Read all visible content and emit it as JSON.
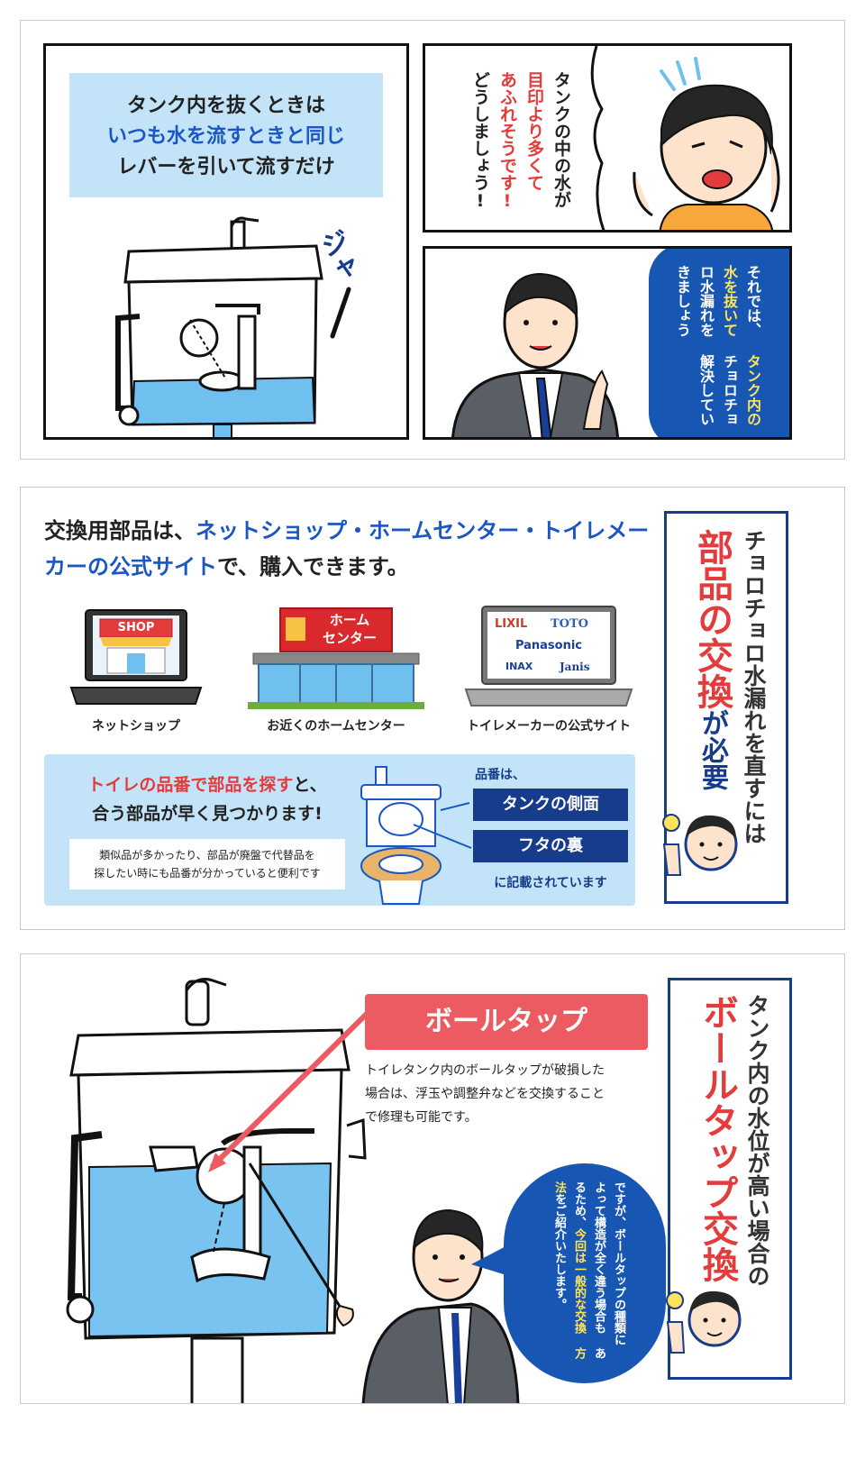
{
  "comic": {
    "caption": {
      "line1": "タンク内を抜くときは",
      "line2": "いつも水を流すときと同じ",
      "line3": "レバーを引いて流すだけ"
    },
    "sfx": "ジャ",
    "woman": {
      "col1": "タンクの中の水が",
      "col2": "目印より多くて",
      "col3": "あふれそうです!",
      "col4": "どうしましょう!"
    },
    "man": {
      "col1": "それでは、",
      "col2": "タンク内の水を抜いて",
      "col3": "チョロチョロ水漏れを",
      "col4": "解決していきましょう"
    }
  },
  "parts": {
    "side": {
      "main": "チョロチョロ水漏れを直すには",
      "red": "部品の交換",
      "tail": "が必要"
    },
    "headline": {
      "a": "交換用部品は、",
      "b": "ネットショップ・ホームセンター・トイレ",
      "c": "メーカーの公式サイト",
      "d": "で、購入できます。"
    },
    "shops": [
      {
        "label": "ネットショップ",
        "sign": "SHOP"
      },
      {
        "label": "お近くのホームセンター",
        "sign1": "ホーム",
        "sign2": "センター"
      },
      {
        "label": "トイレメーカーの公式サイト",
        "brands": [
          "LIXIL",
          "TOTO",
          "Panasonic",
          "INAX",
          "Janis"
        ]
      }
    ],
    "info": {
      "red": "トイレの品番で部品を探す",
      "after": "と、",
      "line2": "合う部品が早く見つかります!",
      "note1": "類似品が多かったり、部品が廃盤で代替品を",
      "note2": "探したい時にも品番が分かっていると便利です",
      "hinban": "品番は、",
      "loc1": "タンクの側面",
      "loc2": "フタの裏",
      "footer": "に記載されています"
    }
  },
  "balltap": {
    "side": {
      "main": "タンク内の水位が高い場合の",
      "red": "ボールタップ交換"
    },
    "label": "ボールタップ",
    "desc1": "トイレタンク内のボールタップが破損した",
    "desc2": "場合は、浮玉や調整弁などを交換すること",
    "desc3": "で修理も可能です。",
    "bubble": {
      "c1": "ですが、ボールタップの種類に",
      "c2": "よって構造が全く違う場合も",
      "c3a": "あるため、",
      "c3b": "今回は一般的な交換",
      "c4a": "方法",
      "c4b": "をご紹介いたします。"
    }
  },
  "colors": {
    "accent_blue": "#1a56c4",
    "red": "#e23c3c",
    "navy": "#173c8c",
    "light_blue": "#c3e4f8",
    "water": "#6fc0ee",
    "yellow": "#ffe45a",
    "pink_label": "#ec5b62"
  }
}
